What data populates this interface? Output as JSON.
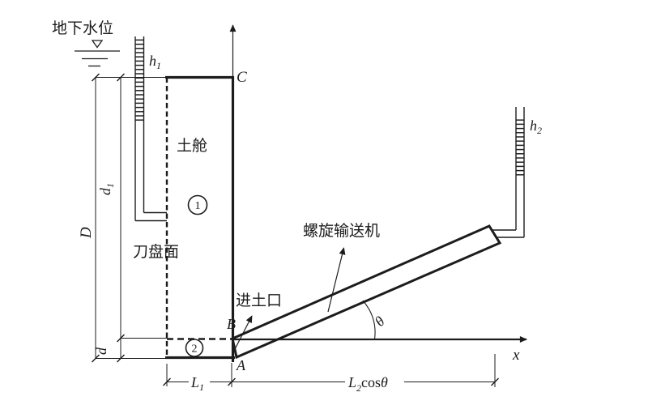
{
  "figure": {
    "type": "engineering-diagram",
    "description_labels": {
      "groundwater_level": "地下水位",
      "soil_chamber": "土舱",
      "cutter_face": "刀盘面",
      "screw_conveyor": "螺旋输送机",
      "soil_inlet": "进土口"
    },
    "zones": {
      "zone1": "1",
      "zone2": "2"
    },
    "points": {
      "a": "A",
      "b": "B",
      "c": "C"
    },
    "axes": {
      "x_label": "x",
      "angle_label": "θ"
    },
    "dimensions": {
      "h1": {
        "base": "h",
        "sub": "1"
      },
      "h2": {
        "base": "h",
        "sub": "2"
      },
      "big_d": "D",
      "d1": {
        "base": "d",
        "sub": "1"
      },
      "small_d": "d",
      "l1": {
        "base": "L",
        "sub": "1"
      },
      "l2cos": {
        "base": "L",
        "sub": "2",
        "rest_cos": "cos",
        "rest_theta": "θ"
      }
    },
    "colors": {
      "ink": "#1c1c1c",
      "background": "#ffffff"
    }
  }
}
